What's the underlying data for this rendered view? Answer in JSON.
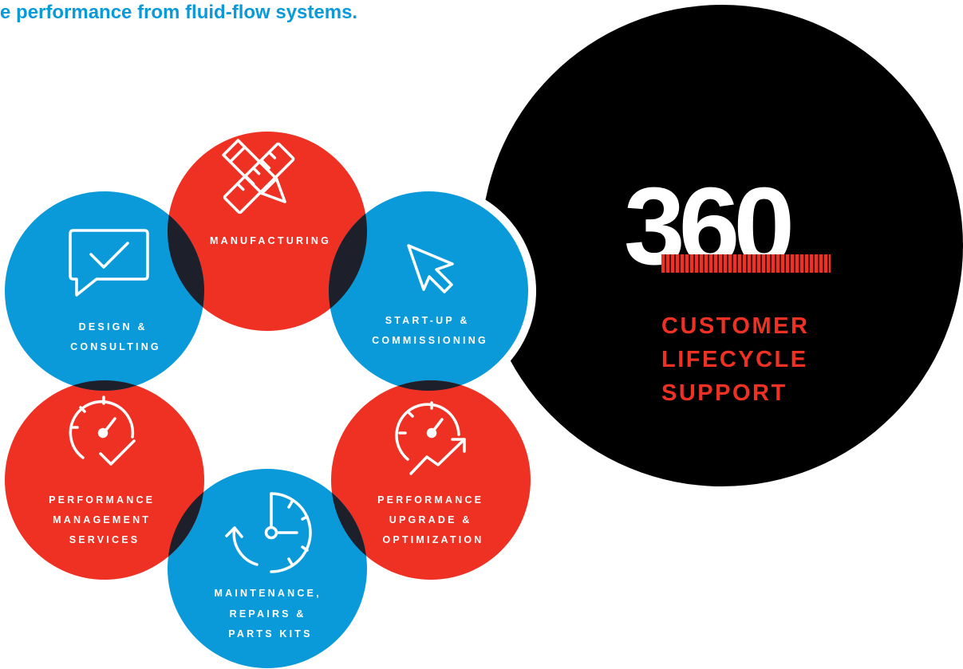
{
  "headline": "e performance from fluid-flow systems.",
  "colors": {
    "red": "#ef3124",
    "blue": "#0a9ad9",
    "black": "#000000",
    "overlap": "#1d1f2a"
  },
  "hub": {
    "number": "360",
    "title_lines": [
      "CUSTOMER",
      "LIFECYCLE",
      "SUPPORT"
    ]
  },
  "stages": [
    {
      "key": "manufacturing",
      "icon": "pencil-ruler-icon",
      "lines": [
        "MANUFACTURING"
      ]
    },
    {
      "key": "startup",
      "icon": "cursor-arrow-icon",
      "lines": [
        "START-UP &",
        "COMMISSIONING"
      ]
    },
    {
      "key": "upgrade",
      "icon": "gauge-trend-up-icon",
      "lines": [
        "PERFORMANCE",
        "UPGRADE &",
        "OPTIMIZATION"
      ]
    },
    {
      "key": "maintenance",
      "icon": "clock-refresh-icon",
      "lines": [
        "MAINTENANCE,",
        "REPAIRS &",
        "PARTS KITS"
      ]
    },
    {
      "key": "management",
      "icon": "gauge-check-icon",
      "lines": [
        "PERFORMANCE",
        "MANAGEMENT",
        "SERVICES"
      ]
    },
    {
      "key": "design",
      "icon": "speech-bubble-check-icon",
      "lines": [
        "DESIGN &",
        "CONSULTING"
      ]
    }
  ]
}
